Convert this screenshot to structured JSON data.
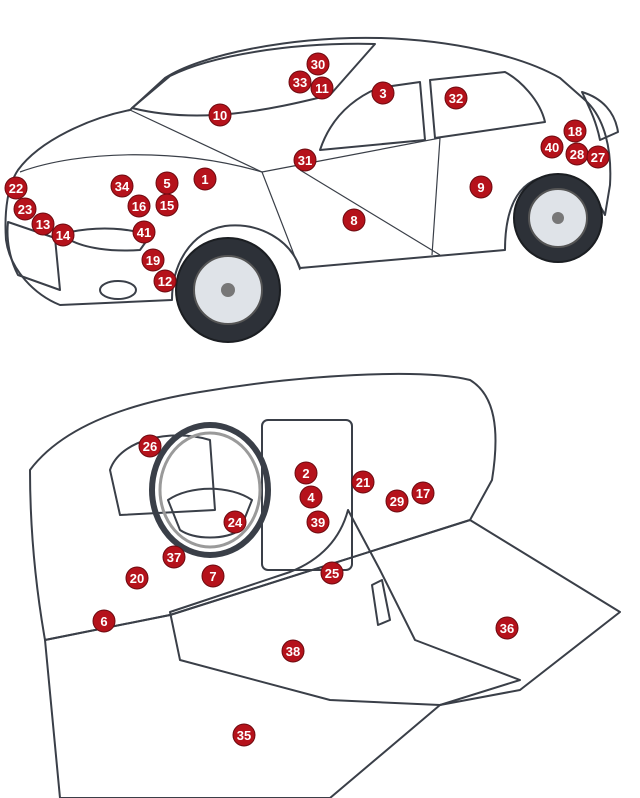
{
  "diagram": {
    "car_markers": [
      "30",
      "33",
      "11",
      "3",
      "32",
      "10",
      "18",
      "40",
      "28",
      "27",
      "31",
      "1",
      "5",
      "34",
      "16",
      "15",
      "9",
      "22",
      "23",
      "13",
      "14",
      "41",
      "8",
      "19",
      "12"
    ],
    "interior_markers": [
      "26",
      "2",
      "21",
      "4",
      "29",
      "17",
      "24",
      "39",
      "37",
      "20",
      "7",
      "25",
      "6",
      "36",
      "38",
      "35"
    ]
  },
  "colors": {
    "marker": "#b5121b",
    "body": "#e4ecf7",
    "glass": "#c9d3e0",
    "dash": "#dcdcdc",
    "floor": "#e8e8e8",
    "console": "#a8a8a8",
    "outline": "#3a3f48"
  }
}
